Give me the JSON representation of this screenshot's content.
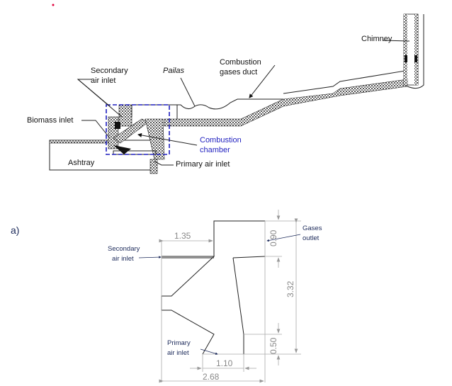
{
  "top_diagram": {
    "labels": {
      "chimney": "Chimney",
      "duct_1": "Combustion",
      "duct_2": "gases duct",
      "pailas": "Pailas",
      "secondary_1": "Secondary",
      "secondary_2": "air inlet",
      "biomass": "Biomass inlet",
      "chamber_1": "Combustion",
      "chamber_2": "chamber",
      "ashtray": "Ashtray",
      "primary": "Primary air inlet"
    },
    "colors": {
      "highlight": "#1f1fbf",
      "marker": "#e0003c"
    }
  },
  "bottom_diagram": {
    "panel_label": "a)",
    "labels": {
      "secondary_1": "Secondary",
      "secondary_2": "air inlet",
      "gases_1": "Gases",
      "gases_2": "outlet",
      "primary_1": "Primary",
      "primary_2": "air inlet"
    },
    "dimensions": {
      "secondary_width": "1.35",
      "outlet_height": "0.90",
      "total_height": "3.32",
      "bottom_height": "0.50",
      "primary_width": "1.10",
      "total_width": "2.68"
    }
  }
}
